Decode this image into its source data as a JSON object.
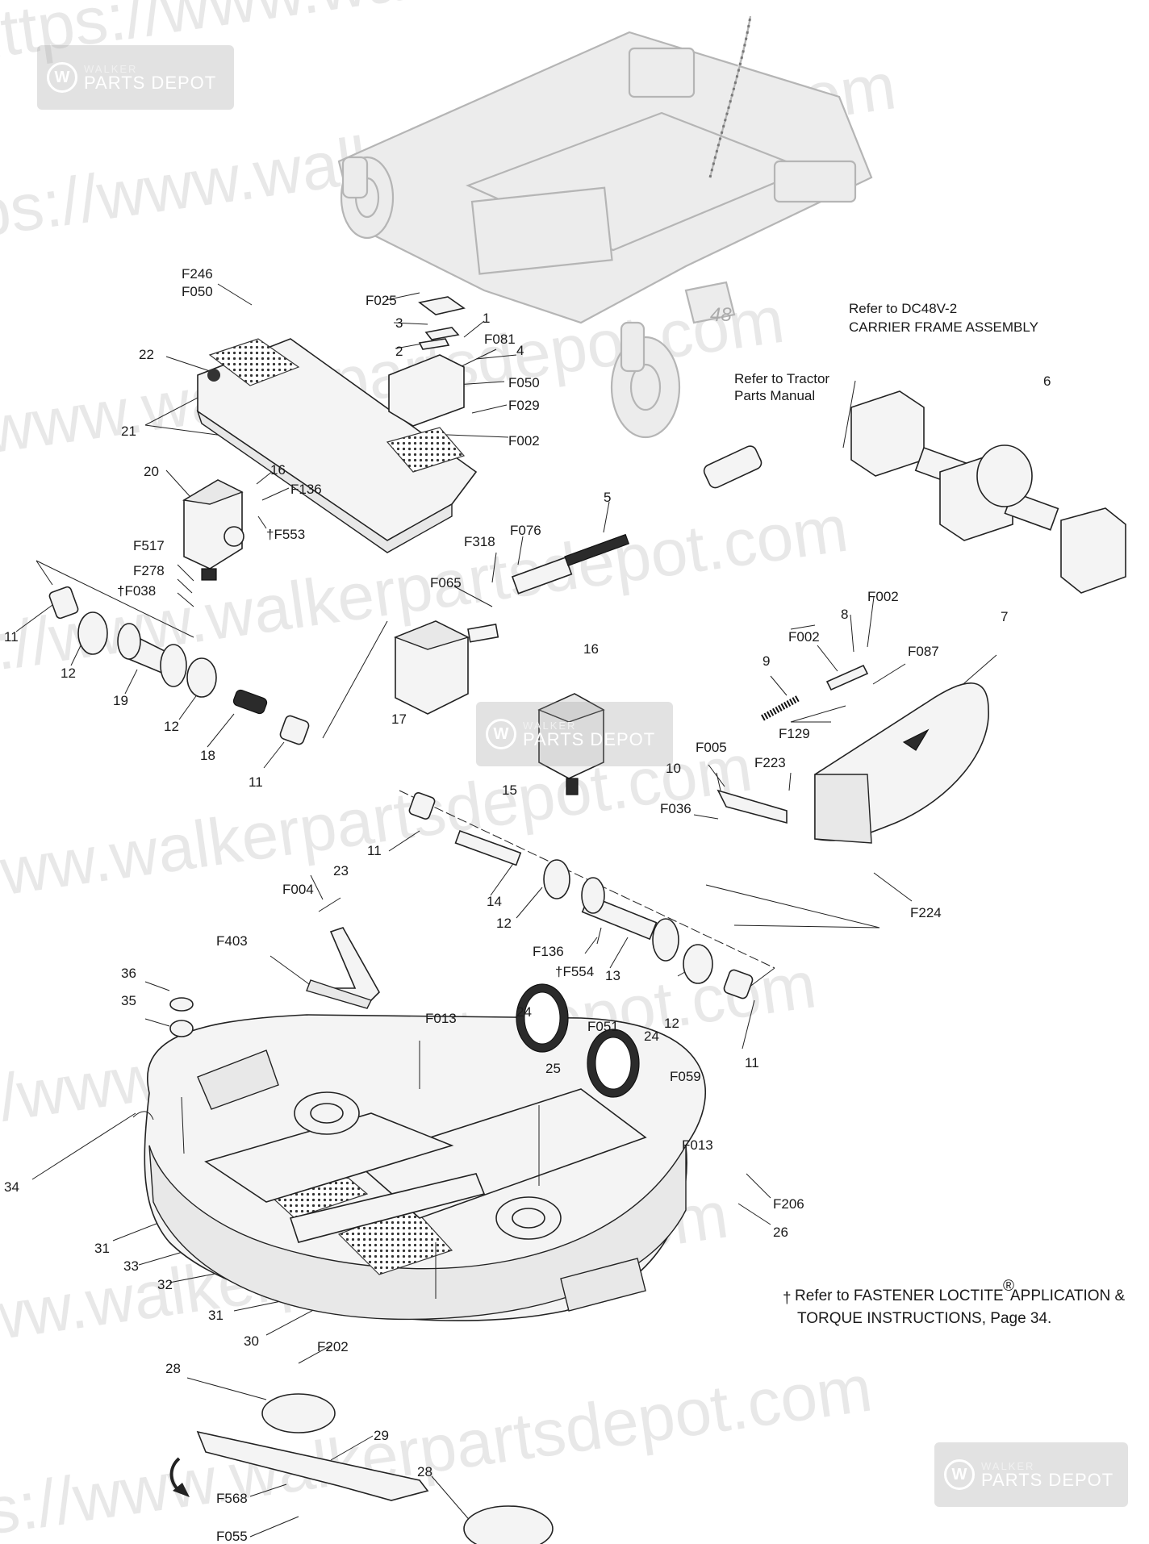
{
  "watermarks": {
    "brand_line1": "WALKER",
    "brand_line2": "PARTS DEPOT",
    "mark": "W",
    "url_text": "https://www.walkerpartsdepot.com"
  },
  "references": {
    "carrier_frame": [
      "Refer to DC48V-2",
      "CARRIER FRAME ASSEMBLY"
    ],
    "tractor": [
      "Refer to Tractor",
      "Parts Manual"
    ]
  },
  "frame_badge": "48",
  "footnote": {
    "symbol": "†",
    "line1": "Refer to FASTENER LOCTITE",
    "reg": "®",
    "line1_end": " APPLICATION &",
    "line2": "TORQUE INSTRUCTIONS, Page 34."
  },
  "part_labels": [
    "F246",
    "F050",
    "F025",
    "1",
    "3",
    "2",
    "F081",
    "4",
    "F050",
    "F029",
    "F002",
    "22",
    "21",
    "20",
    "16",
    "F136",
    "†F553",
    "F517",
    "F278",
    "†F038",
    "11",
    "12",
    "19",
    "12",
    "18",
    "11",
    "F318",
    "F076",
    "5",
    "F065",
    "17",
    "16",
    "15",
    "6",
    "F002",
    "8",
    "F002",
    "F087",
    "7",
    "9",
    "F129",
    "F005",
    "F223",
    "10",
    "F036",
    "F224",
    "11",
    "14",
    "12",
    "F136",
    "†F554",
    "13",
    "12",
    "11",
    "23",
    "F004",
    "F403",
    "36",
    "35",
    "F013",
    "24",
    "F051",
    "24",
    "25",
    "F059",
    "F013",
    "34",
    "F206",
    "26",
    "31",
    "33",
    "32",
    "31",
    "30",
    "F202",
    "28",
    "29",
    "F568",
    "28",
    "F055"
  ],
  "colors": {
    "line": "#222222",
    "ghost_frame": "#b5b5b5",
    "watermark": "#d6d6d6"
  },
  "icons": [
    "rotation-arrow-icon",
    "walker-logo-icon"
  ]
}
